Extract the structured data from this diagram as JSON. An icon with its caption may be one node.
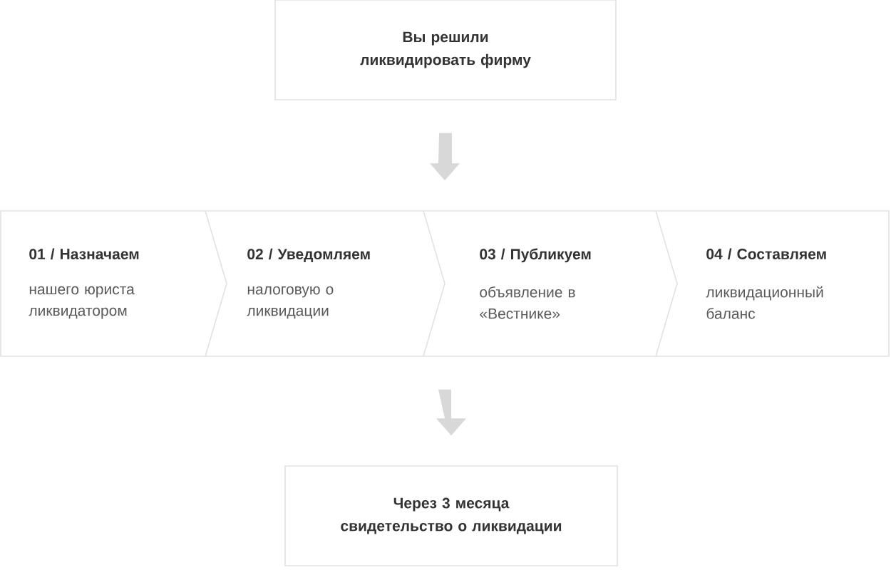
{
  "diagram": {
    "nodes": [
      {
        "text": [
          "Вы решили ликвидировать фирму"
        ]
      },
      {
        "text": [],
        "shape": "box"
      },
      {
        "text": [
          "01 / Назначаем",
          "нашего юриста ликвидатором"
        ],
        "in": 1
      },
      {
        "text": [
          "02 / Уведомляем",
          "налоговую о ликвидации"
        ],
        "in": 1
      },
      {
        "text": [
          "03 / Публикуем",
          "объявление в «Вестнике»"
        ],
        "in": 1
      },
      {
        "text": [
          "04 / Составляем",
          "ликвидационный баланс"
        ],
        "in": 1
      },
      {
        "text": [
          "Через 3 месяца свидетельство о ликвидации"
        ]
      }
    ],
    "edges": [
      {
        "from": 0,
        "to": 1,
        "arrow": "to"
      },
      {
        "from": 1,
        "to": 6,
        "arrow": "to"
      }
    ]
  }
}
